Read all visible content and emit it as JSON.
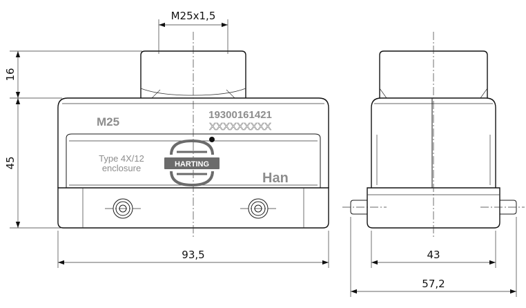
{
  "dimensions": {
    "thread": "M25x1,5",
    "entry_height": "16",
    "housing_height": "45",
    "housing_width": "93,5",
    "side_width": "43",
    "side_total_width": "57,2"
  },
  "housing": {
    "size_mark": "M25",
    "part_number": "19300161421",
    "serial_mark": "XXXXXXXXX",
    "type_line1": "Type 4X/12",
    "type_line2": "enclosure",
    "logo_text": "HARTING",
    "brand_mark": "Han"
  }
}
